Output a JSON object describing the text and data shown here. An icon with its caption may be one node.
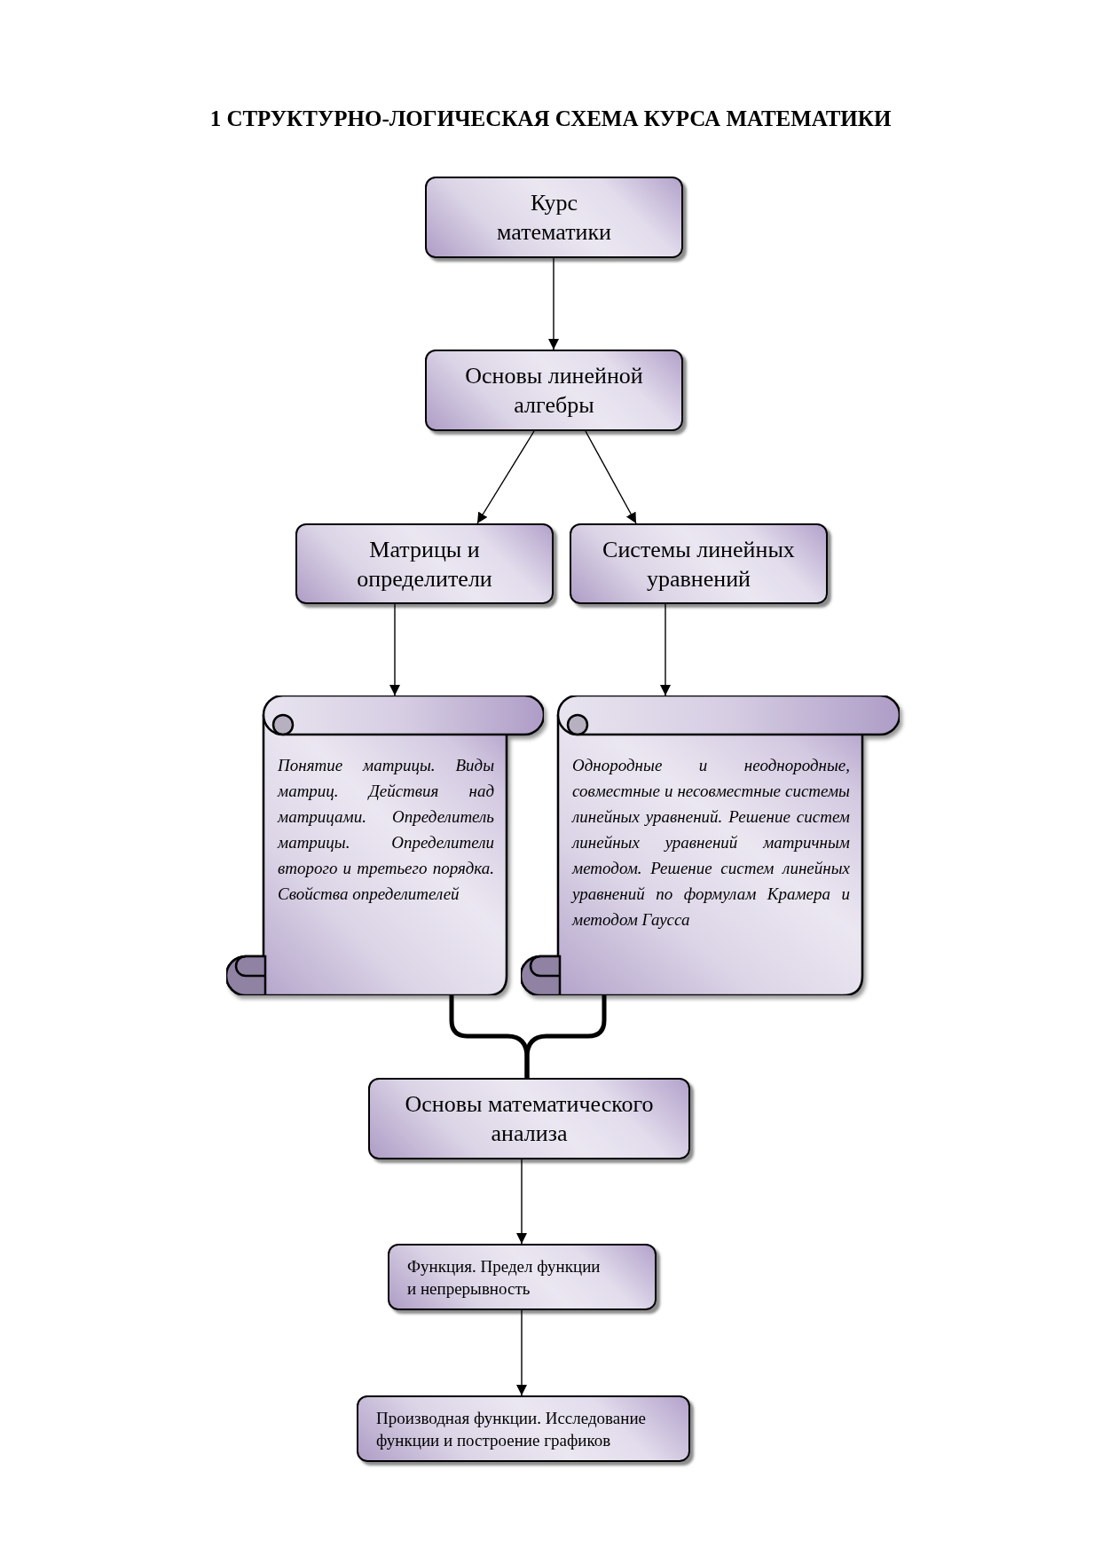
{
  "diagram": {
    "title": "1 СТРУКТУРНО-ЛОГИЧЕСКАЯ СХЕМА КУРСА МАТЕМАТИКИ",
    "nodes": [
      {
        "text": [
          "Курс математики"
        ]
      },
      {
        "text": [
          "Основы линейной алгебры"
        ]
      },
      {
        "text": [
          "Матрицы и определители"
        ]
      },
      {
        "text": [
          "Системы линейных уравнений"
        ]
      },
      {
        "text": [
          "Понятие матрицы. Виды матриц. Действия над матрицами. Определитель матрицы. Определители второго и третьего порядка. Свойства определителей"
        ]
      },
      {
        "text": [
          "Однородные и неоднородные, совместные и несовместные системы линейных уравнений. Решение систем линейных уравнений матричным методом. Решение систем линейных уравнений по формулам Крамера и методом Гаусса"
        ]
      },
      {
        "text": [
          "Основы математического анализа"
        ]
      },
      {
        "text": [
          "Функция. Предел функции и непрерывность"
        ]
      },
      {
        "text": [
          "Производная функции. Исследование функции и построение графиков"
        ]
      }
    ],
    "edges": [
      {
        "from": 0,
        "to": 1,
        "arrow": "to"
      },
      {
        "from": 1,
        "to": 2,
        "arrow": "to"
      },
      {
        "from": 1,
        "to": 3,
        "arrow": "to"
      },
      {
        "from": 2,
        "to": 4,
        "arrow": "to"
      },
      {
        "from": 3,
        "to": 5,
        "arrow": "to"
      },
      {
        "from": 4,
        "to": 6,
        "arrow": "none",
        "style": "thick"
      },
      {
        "from": 5,
        "to": 6,
        "arrow": "none",
        "style": "thick"
      },
      {
        "from": 6,
        "to": 7,
        "arrow": "to"
      },
      {
        "from": 7,
        "to": 8,
        "arrow": "to"
      }
    ]
  }
}
